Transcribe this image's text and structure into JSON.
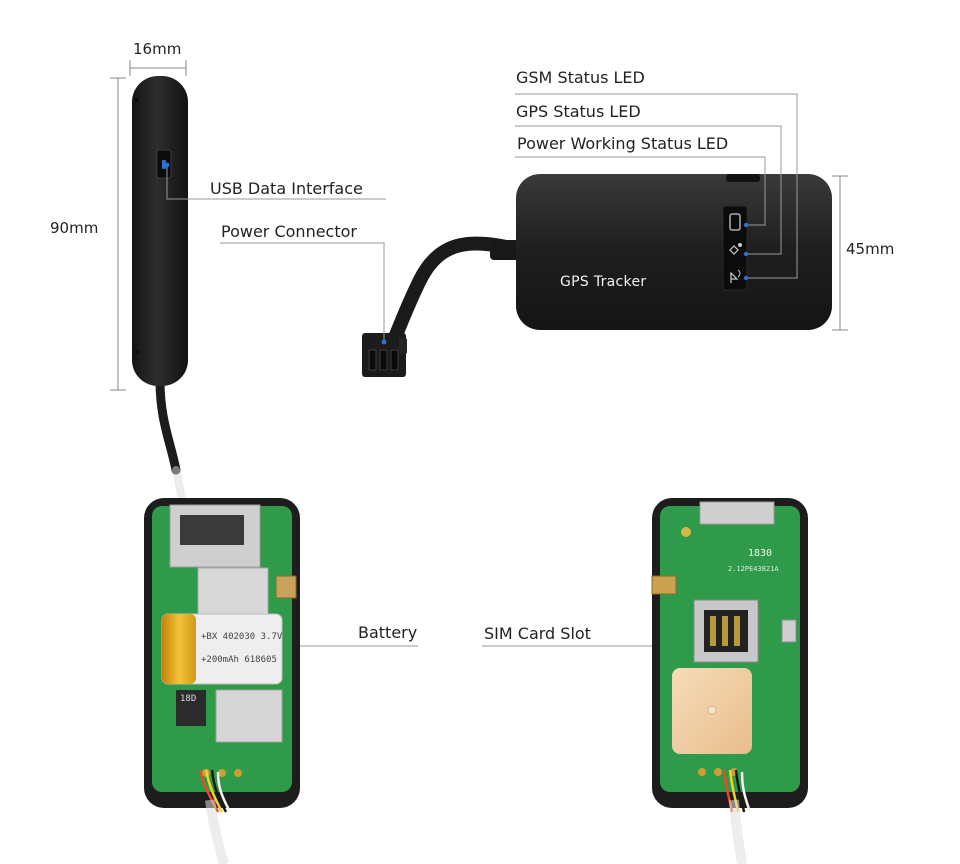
{
  "dimensions": {
    "width": "16mm",
    "length": "90mm",
    "height": "45mm"
  },
  "callouts": {
    "gsm_led": "GSM Status LED",
    "gps_led": "GPS Status LED",
    "power_led": "Power Working Status LED",
    "usb": "USB Data Interface",
    "power_connector": "Power Connector",
    "battery": "Battery",
    "sim_slot": "SIM Card Slot"
  },
  "device": {
    "label": "GPS Tracker"
  },
  "battery_print": {
    "line1": "+BX 402030 3.7V",
    "line2": "+200mAh 618605"
  },
  "pcb_print": {
    "code": "1830",
    "lot": "2.12PE43821A",
    "chip": "18D"
  },
  "colors": {
    "device_body": "#1f1f1f",
    "pcb_green": "#2e9a4a",
    "led_blue": "#2f6fd6",
    "callout_line": "#9a9a9a",
    "battery_yellow": "#f0b41c",
    "gps_antenna": "#f1cfa4"
  }
}
